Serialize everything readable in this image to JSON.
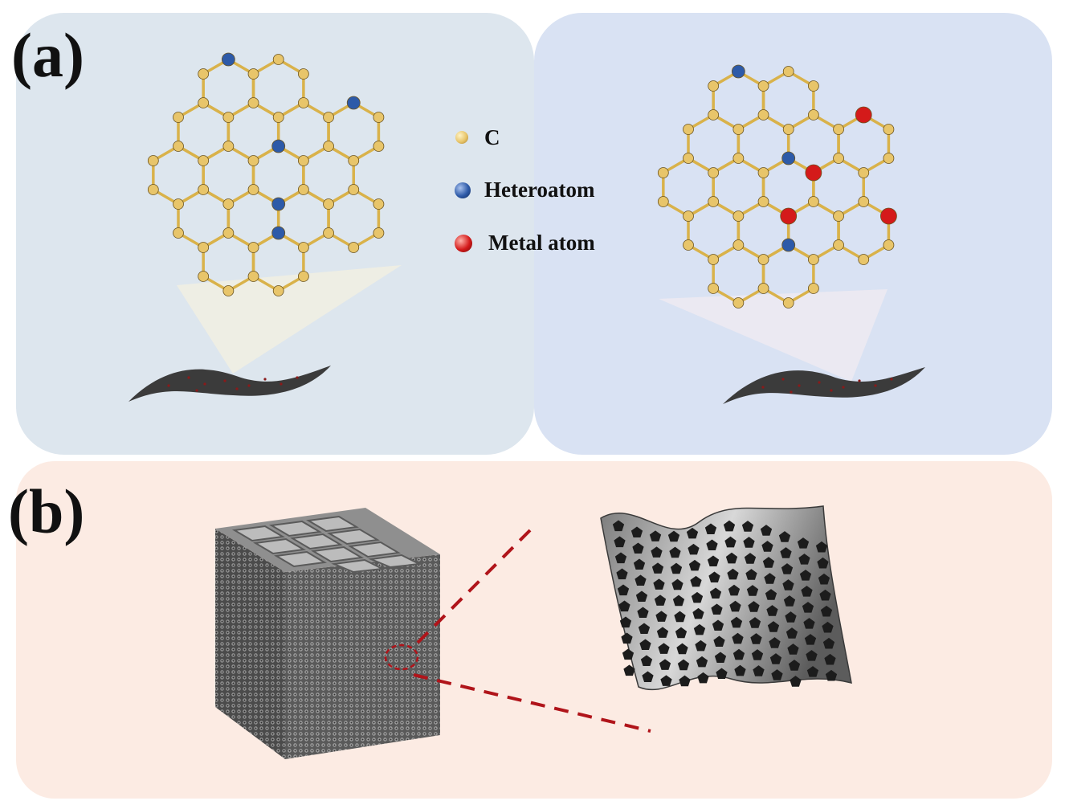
{
  "panels": {
    "a": {
      "label": "(a)"
    },
    "b": {
      "label": "(b)"
    }
  },
  "legend": [
    {
      "label": "C",
      "color": "#e8c56a",
      "icon": "carbon-atom-icon"
    },
    {
      "label": "Heteroatom",
      "color": "#2d5aa8",
      "icon": "heteroatom-icon"
    },
    {
      "label": "Metal atom",
      "color": "#d41a1a",
      "icon": "metal-atom-icon"
    }
  ],
  "colors": {
    "panel_a_left_bg": "#dde6ee",
    "panel_a_right_bg": "#d9e2f3",
    "panel_b_bg": "#fcebe3",
    "bond": "#d9b24a",
    "carbon": "#e8c56a",
    "heteroatom": "#2d5aa8",
    "metal": "#d41a1a",
    "sheet": "#3b3b3b",
    "zoom_line": "#b0141a"
  }
}
